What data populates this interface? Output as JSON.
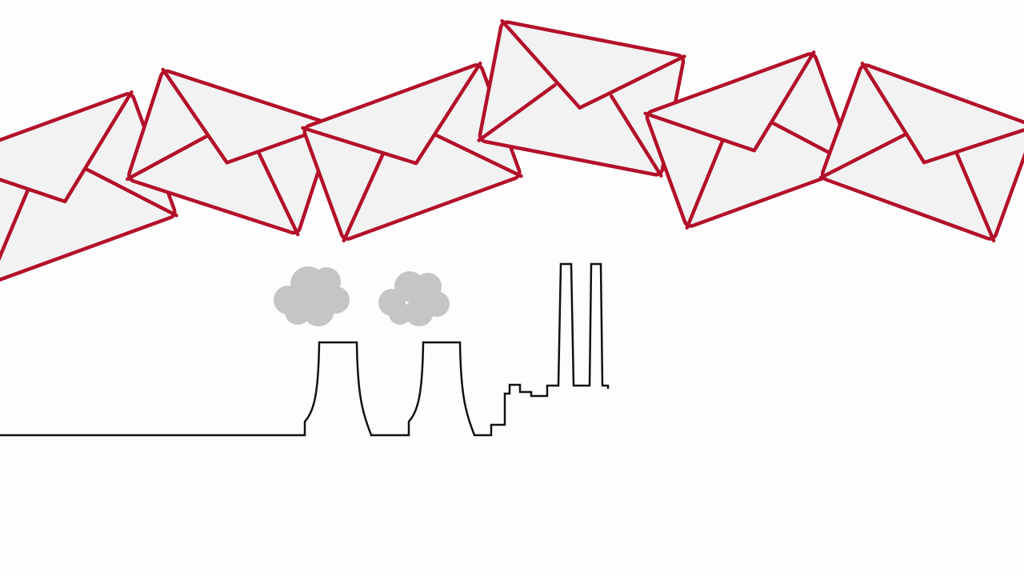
{
  "scene": {
    "description_free": true,
    "colors": {
      "envelope_outline": "#b3102a",
      "envelope_fill": "#f2f2f2",
      "skyline_stroke": "#111111",
      "smoke": "#c4c5c7",
      "background": "#fdfdfd"
    },
    "icons": {
      "envelope": "envelope-icon",
      "smoke": "smoke-cloud-icon",
      "factory": "factory-skyline-icon"
    },
    "envelope_count": 6,
    "smoke_cloud_count": 2,
    "cooling_tower_count": 2,
    "chimney_count": 2
  }
}
